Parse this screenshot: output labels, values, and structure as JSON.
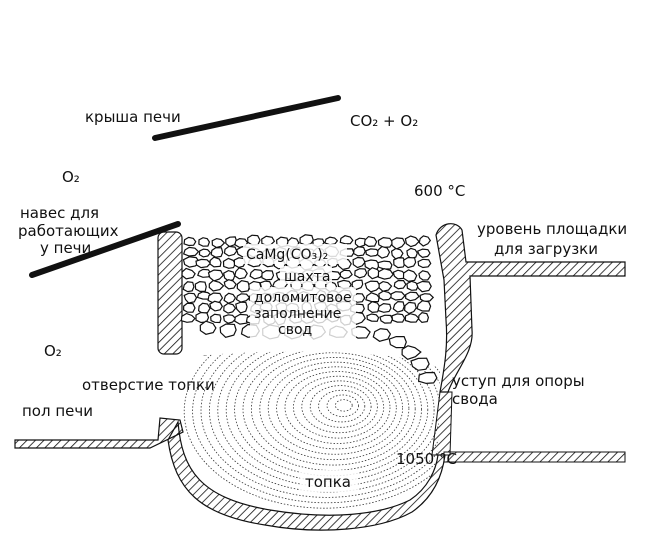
{
  "labels": {
    "roof": "крыша печи",
    "gases": "CO₂ + O₂",
    "o2_top": "O₂",
    "o2_mid": "O₂",
    "temp_top": "600 °C",
    "canopy_1": "навес для",
    "canopy_2": "работающих",
    "canopy_3": "у печи",
    "platform_1": "уровень площадки",
    "platform_2": "для загрузки",
    "dolomite_formula": "CaMg(CO₃)₂",
    "shaft": "шахта",
    "fill_1": "доломитовое",
    "fill_2": "заполнение",
    "fill_3": "свод",
    "firebox_opening": "отверстие топки",
    "floor": "пол печи",
    "ledge_1": "уступ для опоры",
    "ledge_2": "свода",
    "temp_bottom": "1050 °C",
    "firebox": "топка"
  },
  "colors": {
    "ink": "#111111",
    "paper": "#ffffff"
  }
}
